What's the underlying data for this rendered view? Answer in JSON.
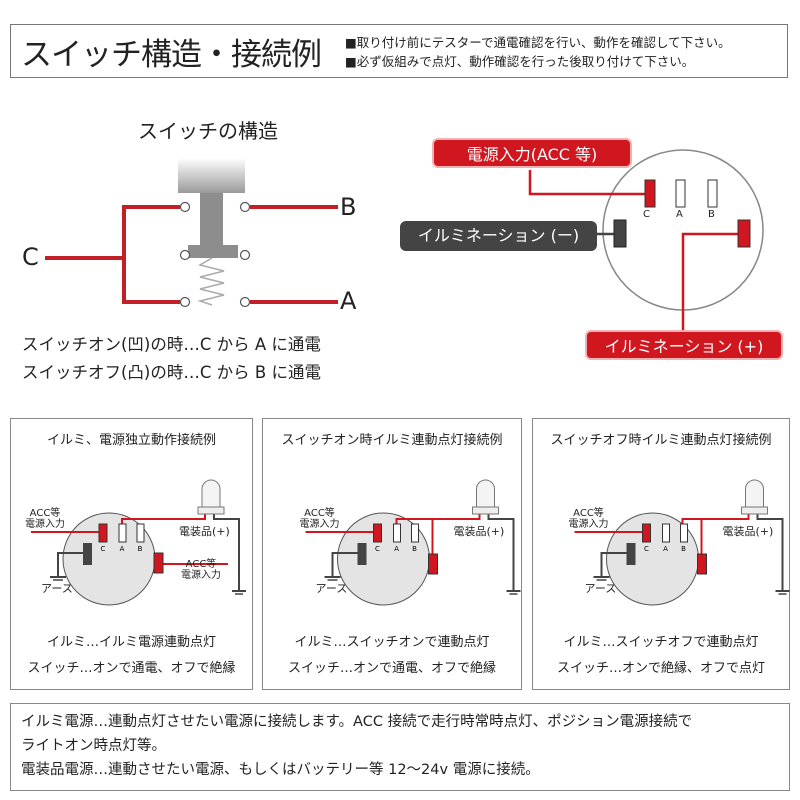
{
  "header": {
    "title": "スイッチ構造・接続例",
    "notes": [
      "■取り付け前にテスターで通電確認を行い、動作を確認して下さい。",
      "■必ず仮組みで点灯、動作確認を行った後取り付けて下さい。"
    ]
  },
  "structure": {
    "title": "スイッチの構造",
    "terminal_c": "C",
    "terminal_b": "B",
    "terminal_a": "A",
    "lines": [
      "スイッチオン(凹)の時…C から A に通電",
      "スイッチオフ(凸)の時…C から B に通電"
    ]
  },
  "connector": {
    "pins": [
      "C",
      "A",
      "B"
    ],
    "power_input_label": "電源入力(ACC 等)",
    "illumination_minus_label": "イルミネーション (ー)",
    "illumination_plus_label": "イルミネーション (+)"
  },
  "panels": [
    {
      "title": "イルミ、電源独立動作接続例",
      "acc_label": [
        "ACC等",
        "電源入力"
      ],
      "acc_label_right": [
        "ACC等",
        "電源入力"
      ],
      "device_label": "電装品(+)",
      "ground_label": "アース",
      "captions": [
        "イルミ…イルミ電源連動点灯",
        "スイッチ…オンで通電、オフで絶縁"
      ]
    },
    {
      "title": "スイッチオン時イルミ連動点灯接続例",
      "acc_label": [
        "ACC等",
        "電源入力"
      ],
      "device_label": "電装品(+)",
      "ground_label": "アース",
      "captions": [
        "イルミ…スイッチオンで連動点灯",
        "スイッチ…オンで通電、オフで絶縁"
      ]
    },
    {
      "title": "スイッチオフ時イルミ連動点灯接続例",
      "acc_label": [
        "ACC等",
        "電源入力"
      ],
      "device_label": "電装品(+)",
      "ground_label": "アース",
      "captions": [
        "イルミ…スイッチオフで連動点灯",
        "スイッチ…オンで絶縁、オフで点灯"
      ]
    }
  ],
  "footer": {
    "lines": [
      "イルミ電源…連動点灯させたい電源に接続します。ACC 接続で走行時常時点灯、ポジション電源接続で",
      "ライトオン時点灯等。",
      "電装品電源…連動させたい電源、もしくはバッテリー等 12〜24v 電源に接続。"
    ]
  },
  "colors": {
    "red": "#d0161f",
    "dark": "#444444",
    "gray": "#8a8a8a"
  }
}
